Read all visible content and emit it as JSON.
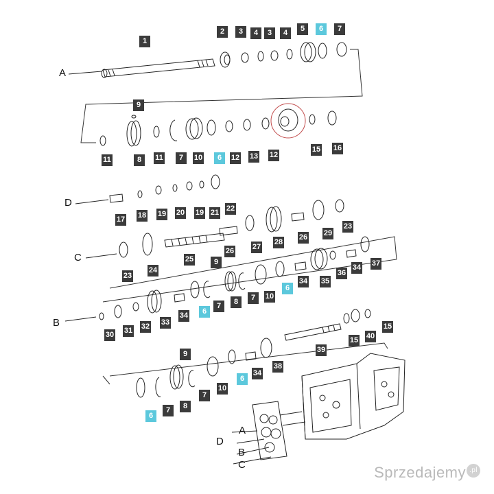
{
  "callouts": [
    {
      "label": "1",
      "hl": false
    },
    {
      "label": "2",
      "hl": false
    },
    {
      "label": "3",
      "hl": false
    },
    {
      "label": "4",
      "hl": false
    },
    {
      "label": "3",
      "hl": false
    },
    {
      "label": "4",
      "hl": false
    },
    {
      "label": "5",
      "hl": false
    },
    {
      "label": "6",
      "hl": true
    },
    {
      "label": "7",
      "hl": false
    },
    {
      "label": "9",
      "hl": false
    },
    {
      "label": "11",
      "hl": false
    },
    {
      "label": "8",
      "hl": false
    },
    {
      "label": "11",
      "hl": false
    },
    {
      "label": "7",
      "hl": false
    },
    {
      "label": "10",
      "hl": false
    },
    {
      "label": "6",
      "hl": true
    },
    {
      "label": "12",
      "hl": false
    },
    {
      "label": "13",
      "hl": false
    },
    {
      "label": "12",
      "hl": false
    },
    {
      "label": "15",
      "hl": false
    },
    {
      "label": "16",
      "hl": false
    },
    {
      "label": "17",
      "hl": false
    },
    {
      "label": "18",
      "hl": false
    },
    {
      "label": "19",
      "hl": false
    },
    {
      "label": "20",
      "hl": false
    },
    {
      "label": "19",
      "hl": false
    },
    {
      "label": "21",
      "hl": false
    },
    {
      "label": "22",
      "hl": false
    },
    {
      "label": "26",
      "hl": false
    },
    {
      "label": "27",
      "hl": false
    },
    {
      "label": "28",
      "hl": false
    },
    {
      "label": "26",
      "hl": false
    },
    {
      "label": "29",
      "hl": false
    },
    {
      "label": "23",
      "hl": false
    },
    {
      "label": "23",
      "hl": false
    },
    {
      "label": "24",
      "hl": false
    },
    {
      "label": "25",
      "hl": false
    },
    {
      "label": "9",
      "hl": false
    },
    {
      "label": "6",
      "hl": true
    },
    {
      "label": "7",
      "hl": false
    },
    {
      "label": "8",
      "hl": false
    },
    {
      "label": "7",
      "hl": false
    },
    {
      "label": "10",
      "hl": false
    },
    {
      "label": "6",
      "hl": true
    },
    {
      "label": "34",
      "hl": false
    },
    {
      "label": "35",
      "hl": false
    },
    {
      "label": "36",
      "hl": false
    },
    {
      "label": "34",
      "hl": false
    },
    {
      "label": "37",
      "hl": false
    },
    {
      "label": "30",
      "hl": false
    },
    {
      "label": "31",
      "hl": false
    },
    {
      "label": "32",
      "hl": false
    },
    {
      "label": "33",
      "hl": false
    },
    {
      "label": "34",
      "hl": false
    },
    {
      "label": "6",
      "hl": true
    },
    {
      "label": "7",
      "hl": false
    },
    {
      "label": "39",
      "hl": false
    },
    {
      "label": "15",
      "hl": false
    },
    {
      "label": "40",
      "hl": false
    },
    {
      "label": "15",
      "hl": false
    },
    {
      "label": "9",
      "hl": false
    },
    {
      "label": "6",
      "hl": true
    },
    {
      "label": "7",
      "hl": false
    },
    {
      "label": "8",
      "hl": false
    },
    {
      "label": "7",
      "hl": false
    },
    {
      "label": "10",
      "hl": false
    },
    {
      "label": "6",
      "hl": true
    },
    {
      "label": "34",
      "hl": false
    },
    {
      "label": "38",
      "hl": false
    }
  ],
  "shaft_letters": [
    "A",
    "D",
    "C",
    "B"
  ],
  "housing_letters": [
    "D",
    "A",
    "B",
    "C"
  ],
  "watermark": {
    "text": "Sprzedajemy",
    "suffix": ".pl"
  }
}
